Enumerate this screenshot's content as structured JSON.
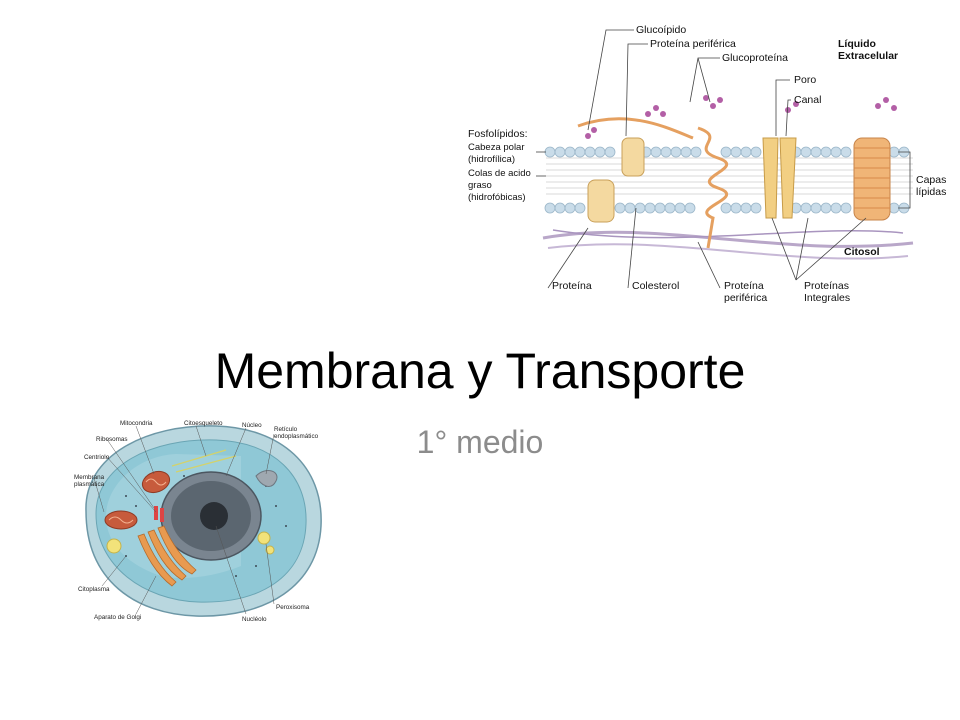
{
  "slide": {
    "title": "Membrana y Transporte",
    "subtitle": "1° medio"
  },
  "membrane_diagram": {
    "labels": {
      "glucolipido": "Glucoípido",
      "proteina_periferica_top": "Proteína periférica",
      "glucoproteina": "Glucoproteína",
      "liquido_extracelular": "Líquido Extracelular",
      "poro": "Poro",
      "canal": "Canal",
      "fosfolipidos": "Fosfolípidos:",
      "cabeza_polar": "Cabeza polar (hidrofílica)",
      "colas": "Colas de acido graso (hidrofóbicas)",
      "capas_lipidas": "Capas lípidas",
      "citosol": "Citosol",
      "proteina": "Proteína",
      "colesterol": "Colesterol",
      "proteina_periferica_bottom": "Proteína periférica",
      "proteinas_integrales": "Proteínas Integrales"
    }
  },
  "cell_diagram": {
    "labels": {
      "mitocondria": "Mitocondria",
      "citoesqueleto": "Citoesqueleto",
      "nucleo": "Núcleo",
      "reticulo": "Retículo endoplasmático",
      "ribosomas": "Ribosomas",
      "centriolo": "Centriolo",
      "membrana": "Membrana plasmática",
      "citoplasma": "Citoplasma",
      "golgi": "Aparato de Golgi",
      "nucleolo": "Nucléolo",
      "peroxisoma": "Peroxisoma"
    }
  }
}
